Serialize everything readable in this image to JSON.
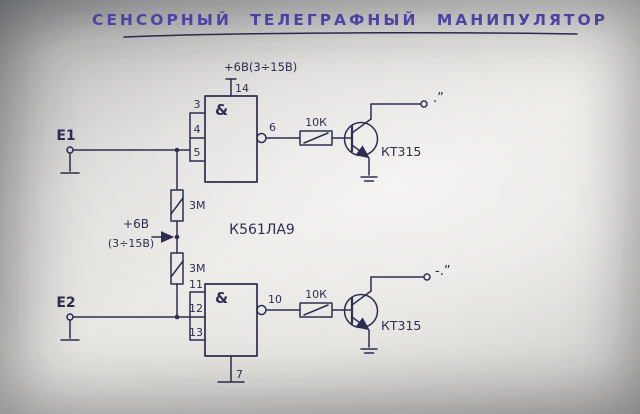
{
  "title": "СЕНСОРНЫЙ ТЕЛЕГРАФНЫЙ МАНИПУЛЯТОР",
  "chip": {
    "name": "К561ЛА9",
    "supply_label": "+6В(3÷15В)",
    "supply_pin": "14",
    "ground_pin": "7"
  },
  "inputs": {
    "e1": "Е1",
    "e2": "Е2"
  },
  "gate1": {
    "amp": "&",
    "pin1": "3",
    "pin2": "4",
    "pin3": "5",
    "out_pin": "6"
  },
  "gate2": {
    "amp": "&",
    "pin1": "11",
    "pin2": "12",
    "pin3": "13",
    "out_pin": "10"
  },
  "bias": {
    "volts": "+6В",
    "range": "(3÷15В)"
  },
  "resistors": {
    "r1": "3М",
    "r2": "3М",
    "r3": "10К",
    "r4": "10К"
  },
  "transistors": {
    "q1": "КТ315",
    "q2": "КТ315"
  },
  "outputs": {
    "o1": ".”",
    "o2": "-.”"
  }
}
